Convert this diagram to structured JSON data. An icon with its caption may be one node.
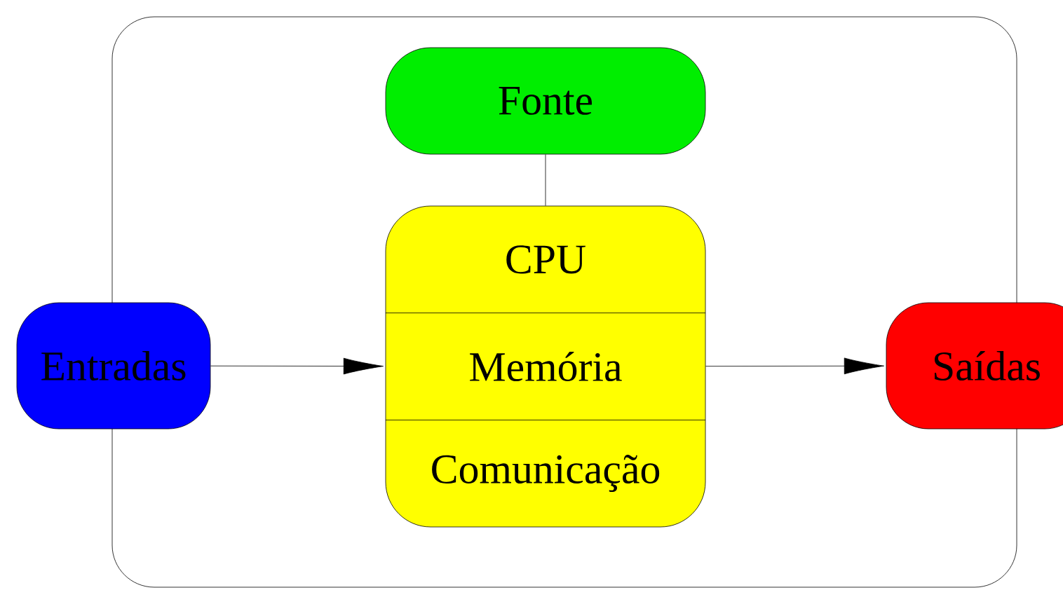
{
  "diagram": {
    "nodes": [
      {
        "text": [],
        "shape": "box"
      },
      {
        "text": [
          "Fonte"
        ],
        "in": 0
      },
      {
        "text": [
          "CPU",
          "Memória",
          "Comunicação"
        ],
        "in": 0
      },
      {
        "text": [
          "Entradas"
        ]
      },
      {
        "text": [
          "Saídas"
        ]
      }
    ],
    "edges": [
      {
        "from": 1,
        "to": 2,
        "arrow": "none"
      },
      {
        "from": 3,
        "to": 2,
        "arrow": "to"
      },
      {
        "from": 2,
        "to": 4,
        "arrow": "to"
      }
    ]
  }
}
